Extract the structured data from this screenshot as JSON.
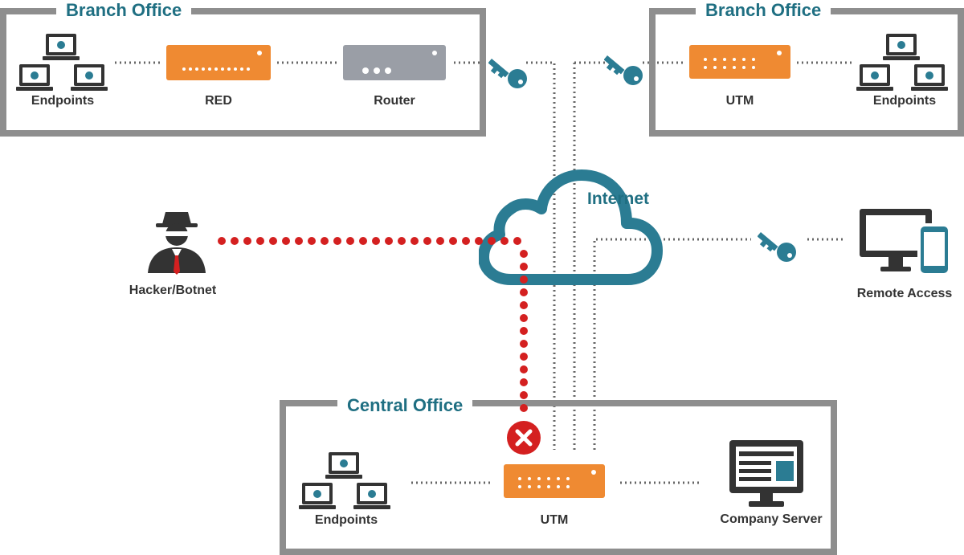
{
  "colors": {
    "frame": "#8e8e8e",
    "title": "#1f6f82",
    "teal": "#2b7c93",
    "orange": "#ef8a32",
    "router_gray": "#9a9ea6",
    "dots": "#666666",
    "threat_red": "#d42020",
    "icon_dark": "#333333"
  },
  "branch_left": {
    "title": "Branch Office",
    "endpoints_label": "Endpoints",
    "red_label": "RED",
    "router_label": "Router"
  },
  "branch_right": {
    "title": "Branch Office",
    "utm_label": "UTM",
    "endpoints_label": "Endpoints"
  },
  "cloud": {
    "label": "Internet"
  },
  "hacker": {
    "label": "Hacker/Botnet"
  },
  "remote": {
    "label": "Remote Access"
  },
  "central": {
    "title": "Central Office",
    "endpoints_label": "Endpoints",
    "utm_label": "UTM",
    "server_label": "Company Server"
  },
  "icons": [
    "laptop-icon",
    "gear-icon",
    "key-icon",
    "cloud-icon",
    "hacker-icon",
    "monitor-icon",
    "phone-icon",
    "block-icon",
    "server-icon"
  ]
}
